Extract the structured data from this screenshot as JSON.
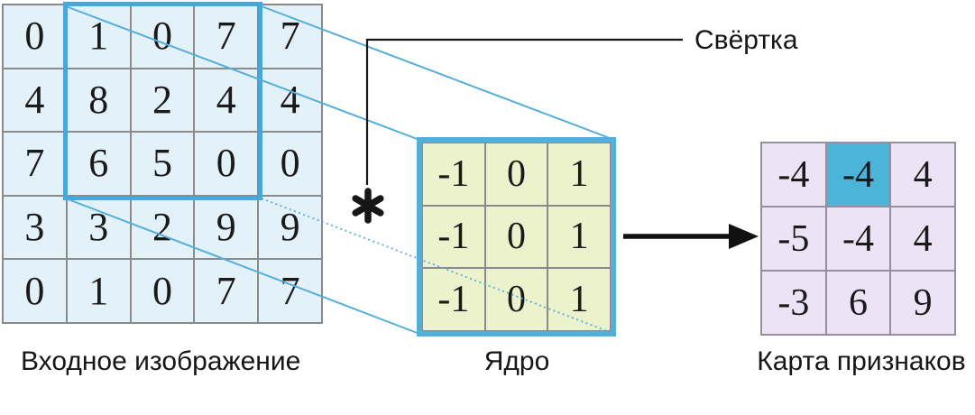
{
  "diagram": {
    "title_label": "Свёртка",
    "operator_symbol": "✱",
    "input_grid": {
      "label": "Входное изображение",
      "cells": [
        [
          0,
          1,
          0,
          7,
          7
        ],
        [
          4,
          8,
          2,
          4,
          4
        ],
        [
          7,
          6,
          5,
          0,
          0
        ],
        [
          3,
          3,
          2,
          9,
          9
        ],
        [
          0,
          1,
          0,
          7,
          7
        ]
      ],
      "highlight_region": {
        "rows": "1-3",
        "cols": "2-4"
      }
    },
    "kernel_grid": {
      "label": "Ядро",
      "cells": [
        [
          -1,
          0,
          1
        ],
        [
          -1,
          0,
          1
        ],
        [
          -1,
          0,
          1
        ]
      ]
    },
    "feature_grid": {
      "label": "Карта признаков",
      "cells": [
        [
          -4,
          -4,
          4
        ],
        [
          -5,
          -4,
          4
        ],
        [
          -3,
          6,
          9
        ]
      ],
      "highlight_cell": {
        "row": 0,
        "col": 1
      }
    },
    "colors": {
      "accent_blue": "#4FADD9",
      "grid_line": "#8A8A8A",
      "input_cell_bg": "#E3F1F9",
      "kernel_cell_bg": "#EBF2CC",
      "feature_cell_bg": "#ECE4F6",
      "feature_highlight_bg": "#4CB3D9",
      "text": "#1A1A1A"
    }
  }
}
